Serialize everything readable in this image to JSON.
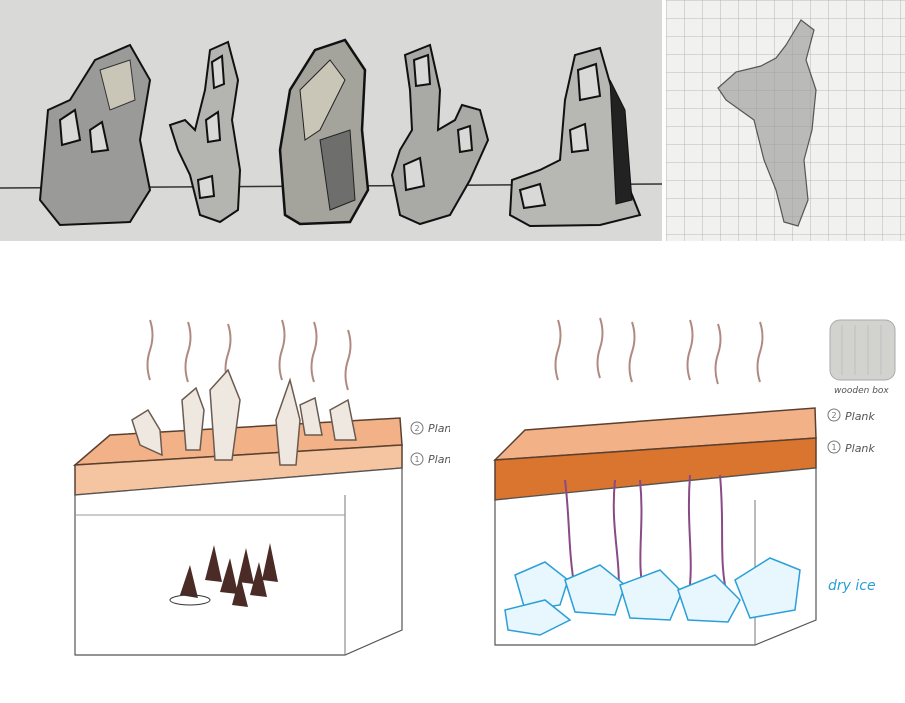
{
  "labels": {
    "plank_upper_left": "Plank",
    "plank_lower_left": "Plank",
    "plank_upper_right": "Plank",
    "plank_lower_right": "Plank",
    "dry_ice": "dry ice",
    "wooden_box": "wooden box",
    "marker_2": "2",
    "marker_1": "1"
  },
  "colors": {
    "plank_orange": "#d9752f",
    "plank_light": "#f2b186",
    "dry_ice_blue": "#2a9fd8",
    "root_purple": "#8a4a86",
    "incense_brown": "#4a2b26",
    "rock_gray": "#8c8c8a"
  }
}
